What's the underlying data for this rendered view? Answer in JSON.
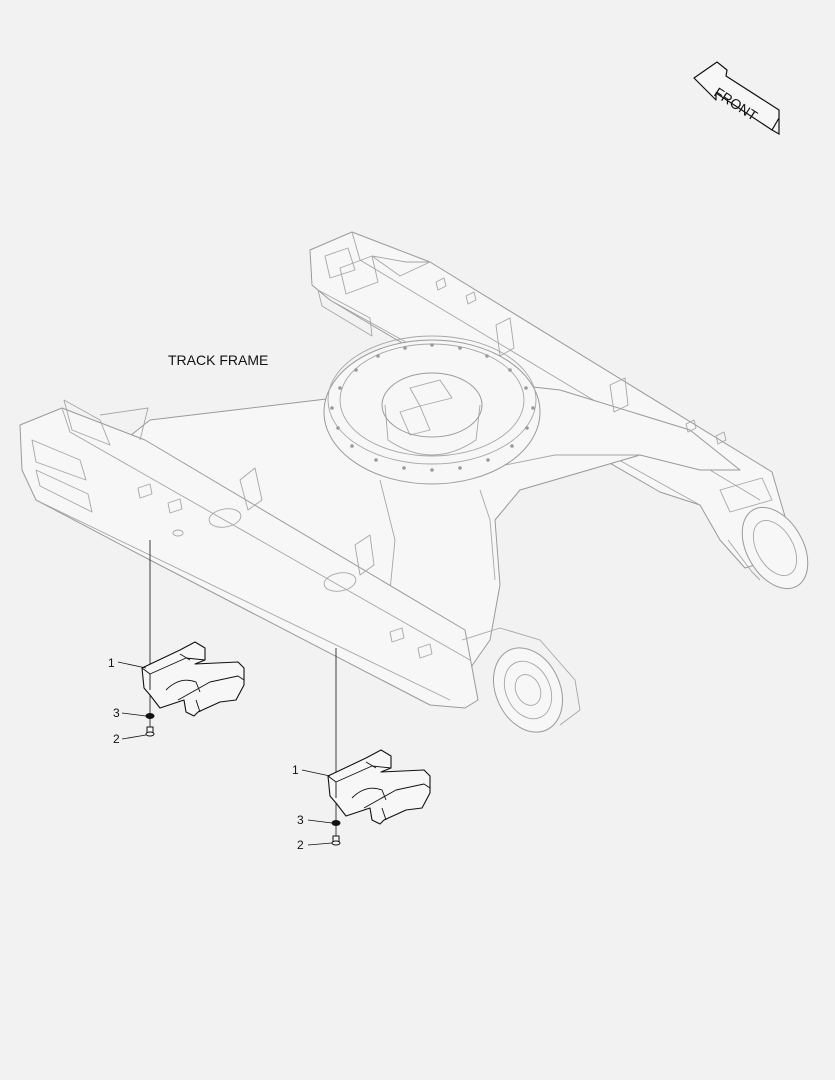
{
  "title": "TRACK FRAME",
  "direction_label": "FRONT",
  "callouts": {
    "left_guide": {
      "item1": "1",
      "item3": "3",
      "item2": "2"
    },
    "right_guide": {
      "item1": "1",
      "item3": "3",
      "item2": "2"
    }
  },
  "colors": {
    "background": "#f2f2f2",
    "frame_line": "#9a9a9a",
    "part_line": "#111111"
  }
}
